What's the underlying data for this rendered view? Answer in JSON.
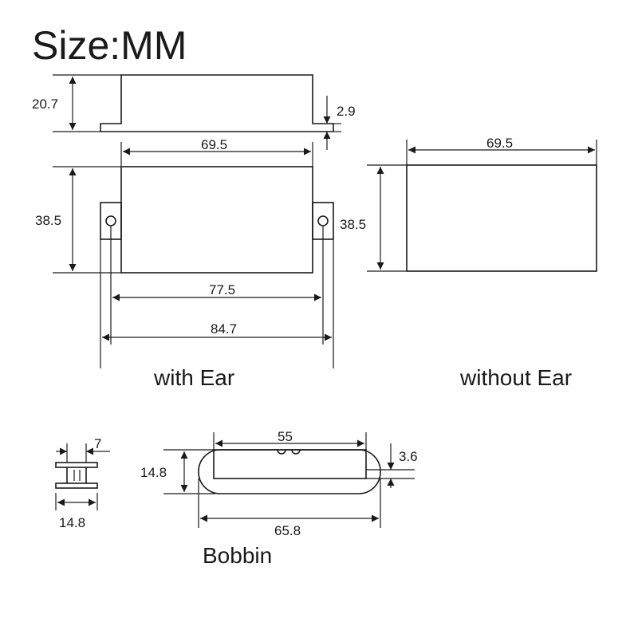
{
  "title": "Size:MM",
  "side_view": {
    "height": "20.7",
    "base_thickness": "2.9"
  },
  "with_ear": {
    "caption": "with Ear",
    "top_width": "69.5",
    "height": "38.5",
    "hole_spacing": "77.5",
    "overall_width": "84.7"
  },
  "without_ear": {
    "caption": "without Ear",
    "width": "69.5",
    "height": "38.5"
  },
  "bobbin_side": {
    "flange": "7",
    "width": "14.8"
  },
  "bobbin": {
    "caption": "Bobbin",
    "slot_length": "55",
    "height": "14.8",
    "depth": "3.6",
    "overall_length": "65.8"
  }
}
